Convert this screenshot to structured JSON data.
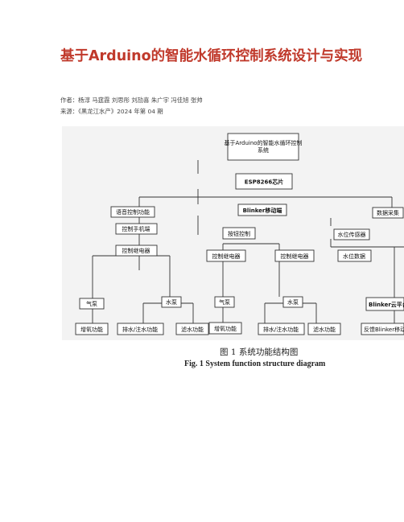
{
  "article": {
    "title": "基于Arduino的智能水循环控制系统设计与实现",
    "authors_line": "作者：杨淳 马莛霞 刘思彤 刘劢喜 朱广宇 冯佳旭 张帅",
    "source_line": "来源：《黑龙江水产》2024 年第 04 期"
  },
  "figure": {
    "nodes": {
      "root_line1": "基于Arduino的智能水循环控制",
      "root_line2": "系统",
      "esp": "ESP8266芯片",
      "voice": "语音控制功能",
      "blinker": "Blinker移动端",
      "datacollect": "数据采集",
      "phone": "控制手机端",
      "buttons": "按钮控制",
      "watersensor": "水位传感器",
      "relay1": "控制继电器",
      "relay2": "控制继电器",
      "relay3": "控制继电器",
      "waterdata": "水位数据",
      "pump_air1": "气泵",
      "pump_water1": "水泵",
      "pump_air2": "气泵",
      "pump_water2": "水泵",
      "cloud": "Blinker云平台",
      "oxy1": "增氧功能",
      "drain1": "排水/注水功能",
      "filter1": "滤水功能",
      "oxy2": "增氧功能",
      "drain2": "排水/注水功能",
      "filter2": "滤水功能",
      "feedback": "反馈Blinker移动端"
    },
    "caption_zh": "图 1    系统功能结构图",
    "caption_en": "Fig. 1 System function structure diagram"
  }
}
